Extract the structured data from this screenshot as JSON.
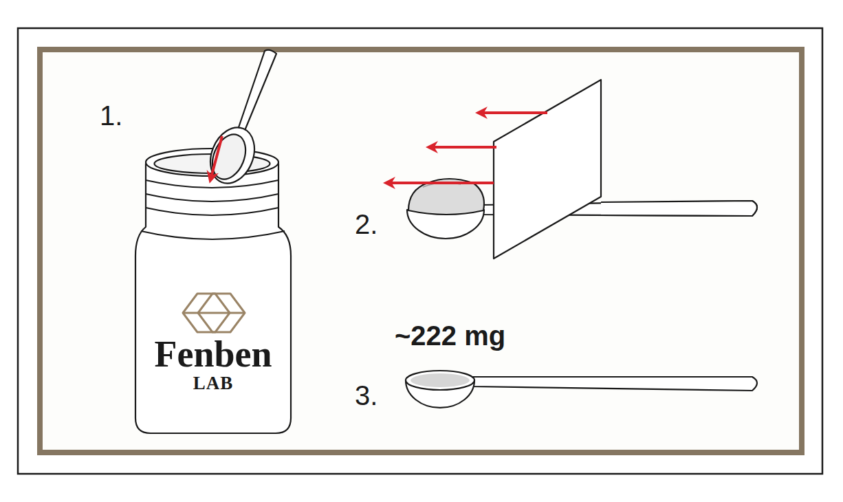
{
  "diagram": {
    "nodes": [
      {
        "text": [
          "Fenben",
          "LAB"
        ]
      }
    ],
    "labels": [
      "1.",
      "2.",
      "3.",
      "~222 mg"
    ]
  }
}
